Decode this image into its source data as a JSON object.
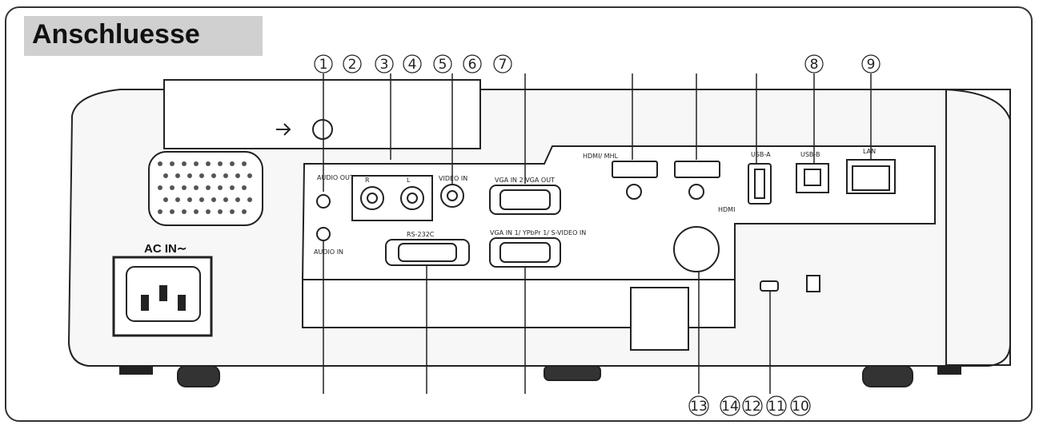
{
  "title": "Anschluesse",
  "ac_label": "AC IN∼",
  "port_labels": {
    "audio_out": "AUDIO\nOUT",
    "r": "R",
    "l": "L",
    "video_in": "VIDEO IN",
    "vga_in2_vga_out": "VGA IN 2 VGA OUT",
    "rs232c": "RS-232C",
    "vga_in1": "VGA IN 1/ YPbPr 1/ S-VIDEO IN",
    "audio_in": "AUDIO IN",
    "hdmi_mhl": "HDMI/\nMHL",
    "hdmi": "HDMI",
    "usb_a": "USB-A",
    "usb_b": "USB-B",
    "lan": "LAN"
  },
  "callouts_top": [
    "1",
    "2",
    "3",
    "4",
    "5",
    "6",
    "7",
    "8",
    "9"
  ],
  "callouts_bottom": [
    "13",
    "14",
    "12",
    "11",
    "10"
  ]
}
